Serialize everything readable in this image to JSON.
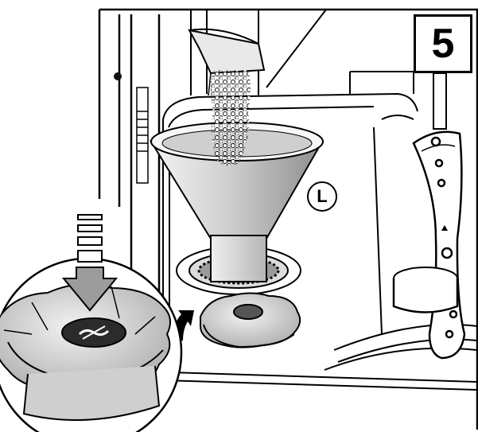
{
  "step": {
    "number": "5"
  },
  "callout": {
    "letter": "L"
  },
  "colors": {
    "line": "#000000",
    "funnel": "#d9d9d9",
    "salt": "#e6e6e6",
    "cap_center": "#555555",
    "background": "#ffffff"
  },
  "icons": [
    "salt-granules",
    "funnel",
    "salt-reservoir-cap",
    "spray-arm",
    "down-arrow",
    "rotation-arrow",
    "zoom-lens"
  ]
}
